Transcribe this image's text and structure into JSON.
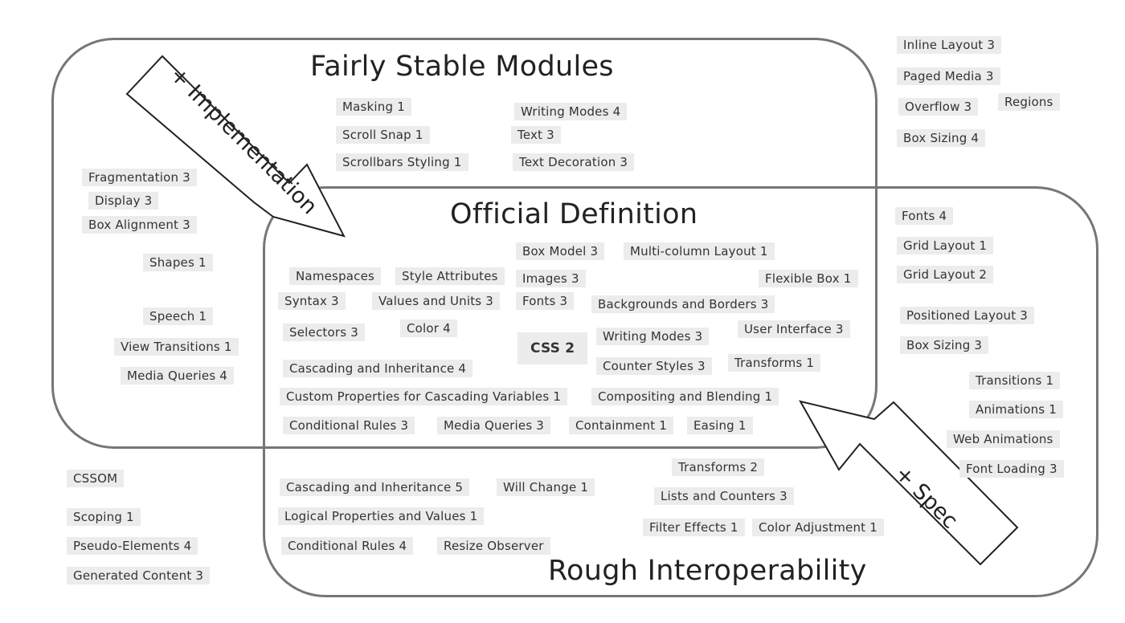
{
  "titles": {
    "stable": "Fairly Stable Modules",
    "official": "Official Definition",
    "rough": "Rough Interoperability"
  },
  "arrows": {
    "implementation": "+ Implementation",
    "spec": "+ Spec"
  },
  "colors": {
    "outline": "#767676",
    "tag_bg": "#ececec",
    "text": "#222222"
  },
  "modules": {
    "outside_top_right": [
      "Inline Layout 3",
      "Paged Media 3",
      "Overflow 3",
      "Regions",
      "Box Sizing 4"
    ],
    "outside_right": [
      "Transitions 1",
      "Animations 1",
      "Web Animations",
      "Font Loading 3"
    ],
    "outside_bottom_left": [
      "CSSOM",
      "Scoping 1",
      "Pseudo-Elements 4",
      "Generated Content 3"
    ],
    "stable_only_top": [
      "Masking 1",
      "Writing Modes 4",
      "Scroll Snap 1",
      "Text 3",
      "Scrollbars Styling 1",
      "Text Decoration 3"
    ],
    "stable_only_left": [
      "Fragmentation 3",
      "Display 3",
      "Box Alignment 3",
      "Shapes 1",
      "Speech 1",
      "View Transitions 1",
      "Media Queries 4"
    ],
    "official_core": [
      "Box Model 3",
      "Multi-column Layout 1",
      "Namespaces",
      "Style Attributes",
      "Images 3",
      "Flexible Box 1",
      "Syntax 3",
      "Values and Units 3",
      "Fonts 3",
      "Backgrounds and Borders 3",
      "Selectors 3",
      "Color 4",
      "CSS 2",
      "Writing Modes 3",
      "User Interface 3",
      "Counter Styles 3",
      "Transforms 1",
      "Cascading and Inheritance 4",
      "Custom Properties for Cascading Variables 1",
      "Compositing and Blending 1",
      "Conditional Rules 3",
      "Media Queries 3",
      "Containment 1",
      "Easing 1"
    ],
    "rough_right": [
      "Fonts 4",
      "Grid Layout 1",
      "Grid Layout 2",
      "Positioned Layout 3",
      "Box Sizing 3"
    ],
    "rough_only_bottom": [
      "Transforms 2",
      "Cascading and Inheritance 5",
      "Will Change 1",
      "Lists and Counters 3",
      "Logical Properties and Values 1",
      "Filter Effects 1",
      "Color Adjustment 1",
      "Conditional Rules 4",
      "Resize Observer"
    ]
  }
}
